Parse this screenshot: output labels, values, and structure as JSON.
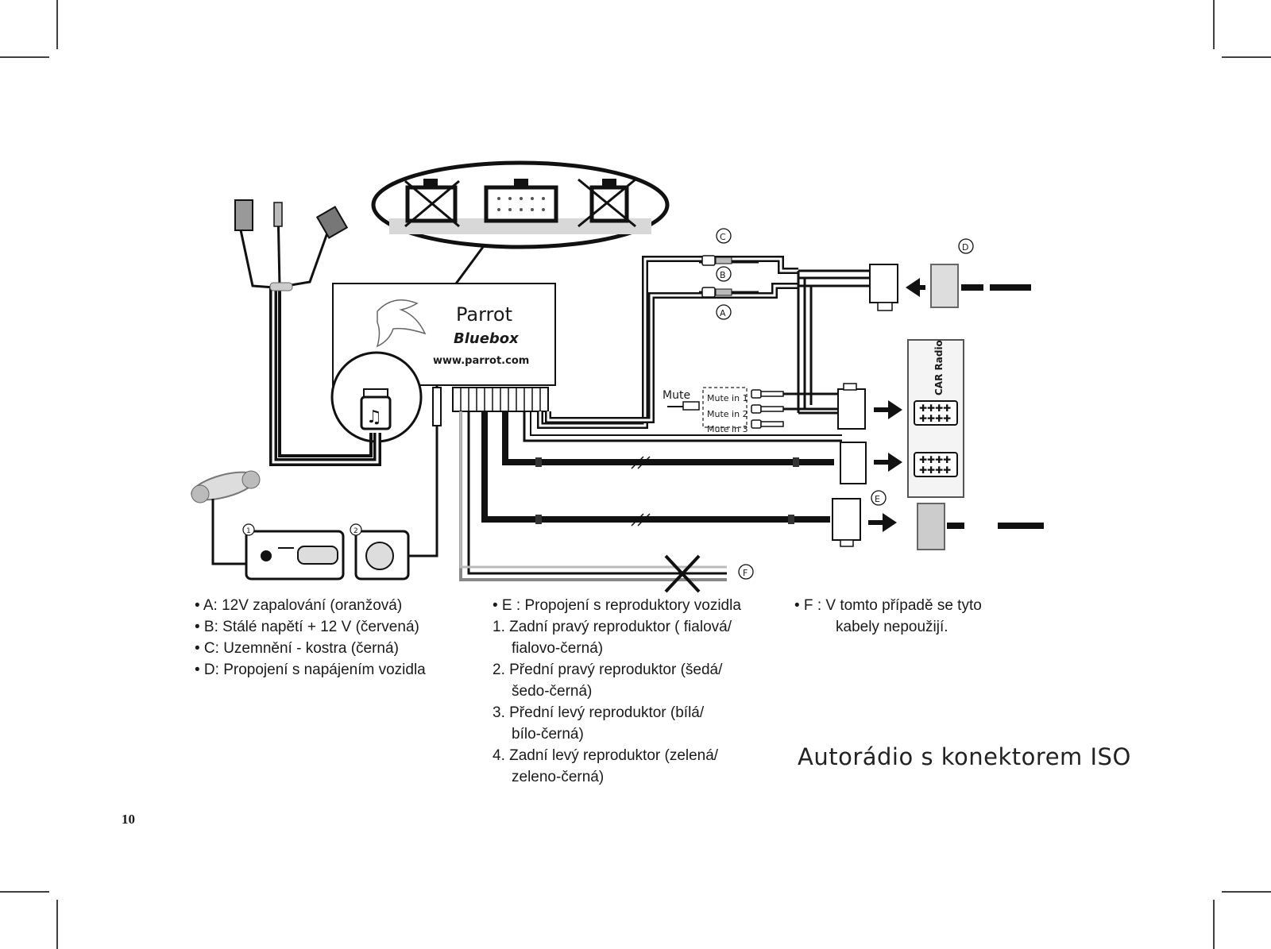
{
  "box": {
    "brand": "Parrot",
    "model": "Bluebox",
    "website": "www.parrot.com"
  },
  "labels": {
    "C": "C",
    "B": "B",
    "A": "A",
    "D": "D",
    "E": "E",
    "F": "F",
    "step1": "1",
    "step2": "2",
    "mute": "Mute",
    "mute_in_1": "Mute in 1",
    "mute_in_2": "Mute in 2",
    "mute_in_3": "Mute in 3",
    "car_radio": "CAR Radio"
  },
  "legend_left": [
    "• A: 12V zapalování (oranžová)",
    "• B: Stálé napětí + 12 V (červená)",
    "• C: Uzemnění - kostra (černá)",
    "• D: Propojení s napájením vozidla"
  ],
  "legend_middle": {
    "heading": "• E : Propojení s reproduktory vozidla",
    "items": [
      {
        "line1": "1. Zadní pravý reproduktor ( fialová/",
        "line2": "fialovo-černá)"
      },
      {
        "line1": "2. Přední pravý reproduktor (šedá/",
        "line2": "šedo-černá)"
      },
      {
        "line1": "3. Přední levý reproduktor (bílá/",
        "line2": "bílo-černá)"
      },
      {
        "line1": "4. Zadní levý reproduktor (zelená/",
        "line2": "zeleno-černá)"
      }
    ]
  },
  "legend_right": {
    "line1": "• F : V tomto případě se tyto",
    "line2": "kabely nepoužijí."
  },
  "page_title": "Autorádio s konektorem ISO",
  "page_number": "10"
}
